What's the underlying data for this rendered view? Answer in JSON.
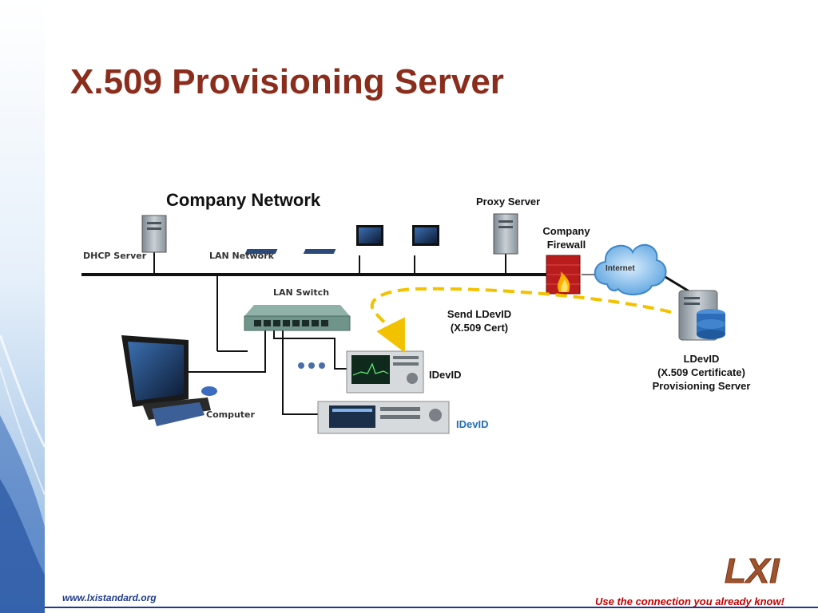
{
  "slide": {
    "title": "X.509 Provisioning Server",
    "footer_url": "www.lxistandard.org",
    "footer_tagline": "Use the connection you already know!"
  },
  "diagram": {
    "company_network_label": "Company Network",
    "dhcp_server_label": "DHCP Server",
    "lan_network_label": "LAN Network",
    "lan_switch_label": "LAN Switch",
    "computer_label": "Computer",
    "proxy_server_label": "Proxy Server",
    "firewall_label_line1": "Company",
    "firewall_label_line2": "Firewall",
    "internet_label": "Internet",
    "send_label_line1": "Send LDevID",
    "send_label_line2": "(X.509 Cert)",
    "idevid_label_1": "IDevID",
    "idevid_label_2": "IDevID",
    "server_label_line1": "LDevID",
    "server_label_line2": "(X.509 Certificate)",
    "server_label_line3": "Provisioning Server",
    "logo_text": "LXI"
  },
  "colors": {
    "title": "#8b2d1c",
    "dashed_arrow": "#f2c200",
    "idevid_2": "#1f6fb5",
    "footer_tagline": "#c00000",
    "footer_url": "#1f3a8a"
  }
}
